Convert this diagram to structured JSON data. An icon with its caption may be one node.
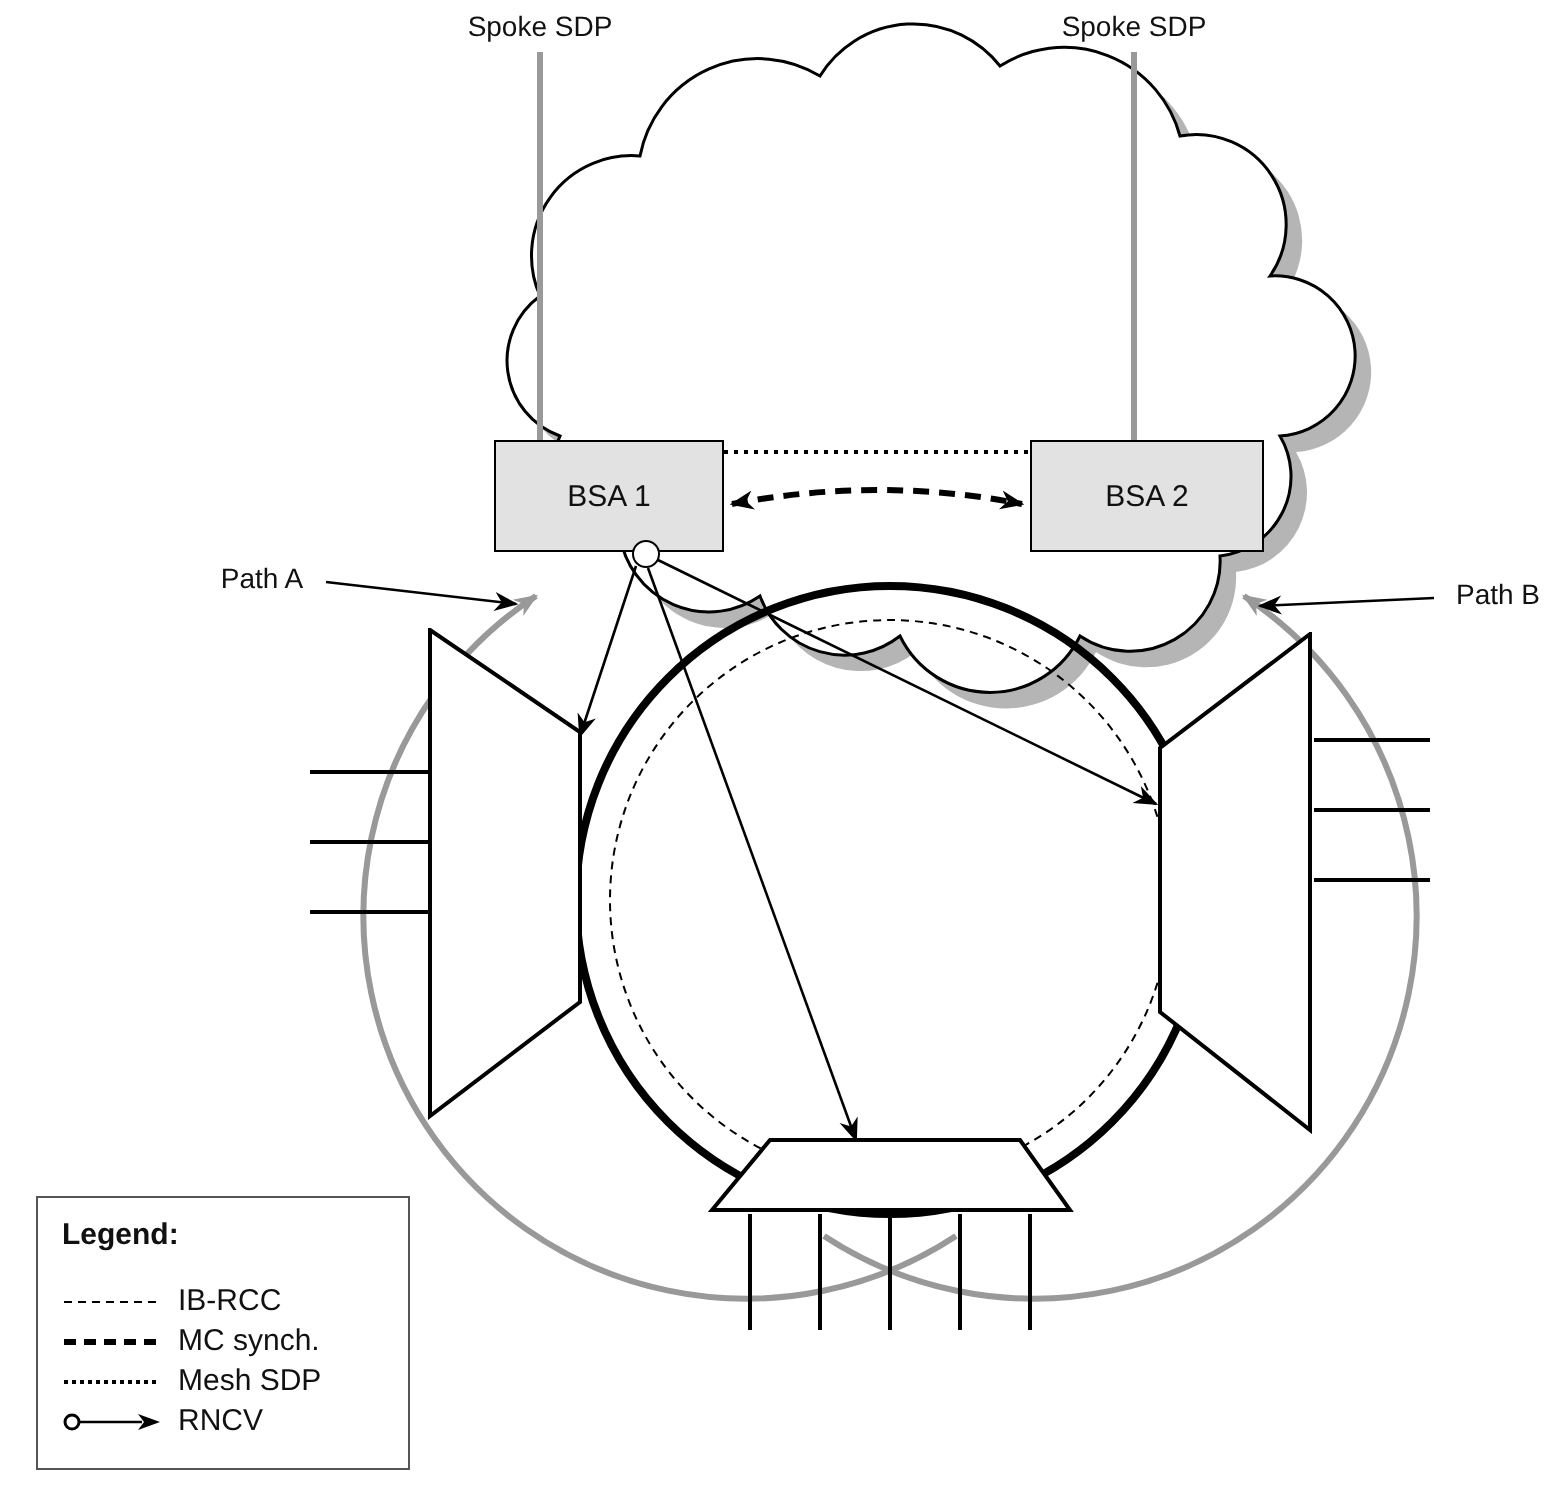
{
  "diagram": {
    "nodes": [
      {
        "text": [
          "Spoke SDP"
        ]
      },
      {
        "text": [
          "Spoke SDP"
        ]
      },
      {
        "text": [
          "BSA 1"
        ]
      },
      {
        "text": [
          "BSA 2"
        ]
      },
      {
        "text": [],
        "shape": "box"
      },
      {
        "text": [],
        "shape": "box"
      },
      {
        "text": [],
        "shape": "box"
      },
      {
        "text": [],
        "shape": "circle"
      },
      {
        "text": [
          "Path A"
        ]
      },
      {
        "text": [
          "Path B"
        ]
      }
    ],
    "edges": [
      {
        "from": 0,
        "to": 2,
        "arrow": "none",
        "style": "thick",
        "color": "#999999"
      },
      {
        "from": 1,
        "to": 3,
        "arrow": "none",
        "style": "thick",
        "color": "#999999"
      },
      {
        "from": 2,
        "to": 3,
        "arrow": "none",
        "style": "dashed"
      },
      {
        "from": 2,
        "to": 3,
        "arrow": "both",
        "style": "dashed"
      },
      {
        "from": 7,
        "to": 4,
        "arrow": "to"
      },
      {
        "from": 7,
        "to": 6,
        "arrow": "to"
      },
      {
        "from": 7,
        "to": 5,
        "arrow": "to"
      },
      {
        "from": 8,
        "to": null,
        "arrow": "to"
      },
      {
        "from": 9,
        "to": null,
        "arrow": "to"
      }
    ],
    "labels": [
      "Legend:"
    ],
    "legend": [
      {
        "text": "IB-RCC"
      },
      {
        "text": "MC synch."
      },
      {
        "text": "Mesh SDP"
      },
      {
        "text": "RNCV"
      }
    ]
  }
}
